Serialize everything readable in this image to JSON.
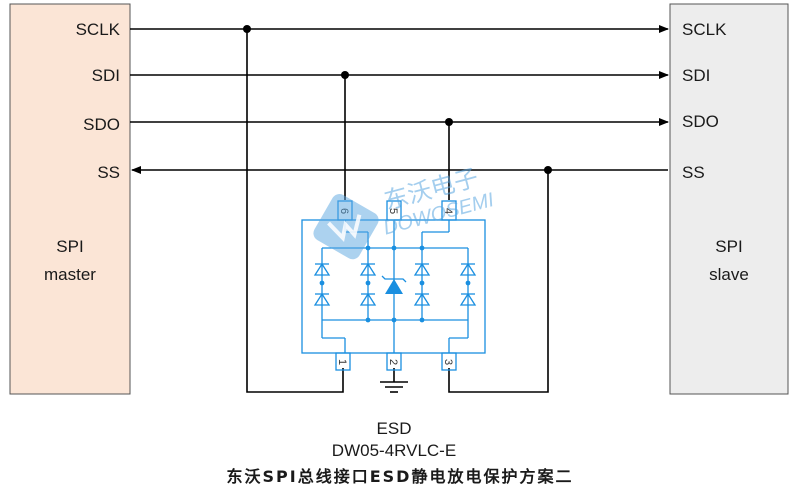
{
  "signals": [
    {
      "id": "sclk",
      "label_master": "SCLK",
      "label_slave": "SCLK",
      "direction": "to-slave"
    },
    {
      "id": "sdi",
      "label_master": "SDI",
      "label_slave": "SDI",
      "direction": "to-slave"
    },
    {
      "id": "sdo",
      "label_master": "SDO",
      "label_slave": "SDO",
      "direction": "to-slave"
    },
    {
      "id": "ss",
      "label_master": "SS",
      "label_slave": "SS",
      "direction": "to-master"
    }
  ],
  "master": {
    "line1": "SPI",
    "line2": "master",
    "color": "#fbe5d6"
  },
  "slave": {
    "line1": "SPI",
    "line2": "slave",
    "color": "#ededed"
  },
  "esd": {
    "pins": {
      "p1": "1",
      "p2": "2",
      "p3": "3",
      "p4": "4",
      "p5": "5",
      "p6": "6"
    },
    "color": "#1a8fe0"
  },
  "caption": {
    "line1": "ESD",
    "line2": "DW05-4RVLC-E"
  },
  "title": "东沃SPI总线接口ESD静电放电保护方案二",
  "watermark": {
    "cn": "东沃电子",
    "en": "DOWOSEMI"
  }
}
